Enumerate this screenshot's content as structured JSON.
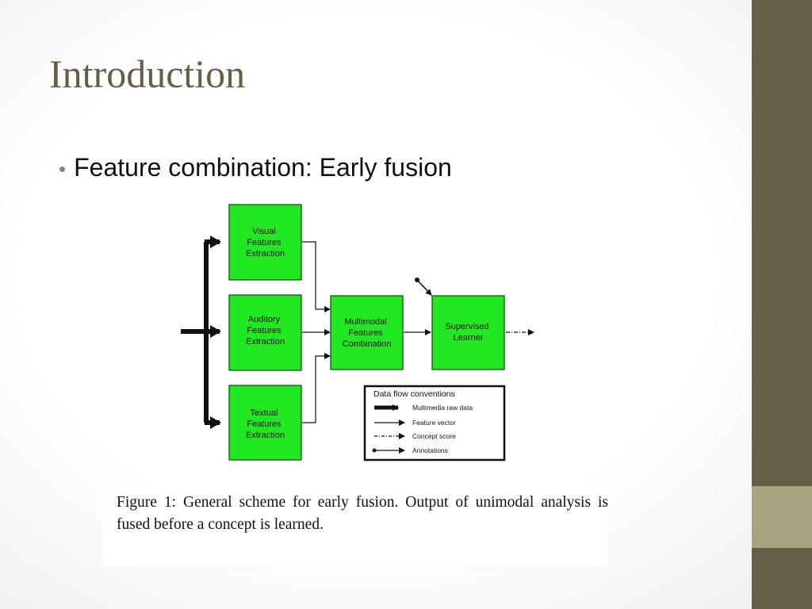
{
  "slide": {
    "title": "Introduction",
    "bullet": "Feature combination: Early fusion"
  },
  "diagram": {
    "boxes": {
      "visual": [
        "Visual",
        "Features",
        "Extraction"
      ],
      "auditory": [
        "Auditory",
        "Features",
        "Extraction"
      ],
      "textual": [
        "Textual",
        "Features",
        "Extraction"
      ],
      "multimodal": [
        "Multimodal",
        "Features",
        "Combination"
      ],
      "supervised": [
        "Supervised",
        "Learner"
      ]
    },
    "legend": {
      "title": "Data flow conventions",
      "items": [
        "Multimedia raw data",
        "Feature vector",
        "Concept score",
        "Annotations"
      ]
    },
    "colors": {
      "box_fill": "#22e822",
      "box_border": "#0a4a0a"
    }
  },
  "figure_caption": "Figure 1: General scheme for early fusion. Output of unimodal analysis is fused before a concept is learned.",
  "theme": {
    "sidebar": "#675e48",
    "sidebar_accent": "#a8a37e",
    "title_color": "#675e48"
  }
}
